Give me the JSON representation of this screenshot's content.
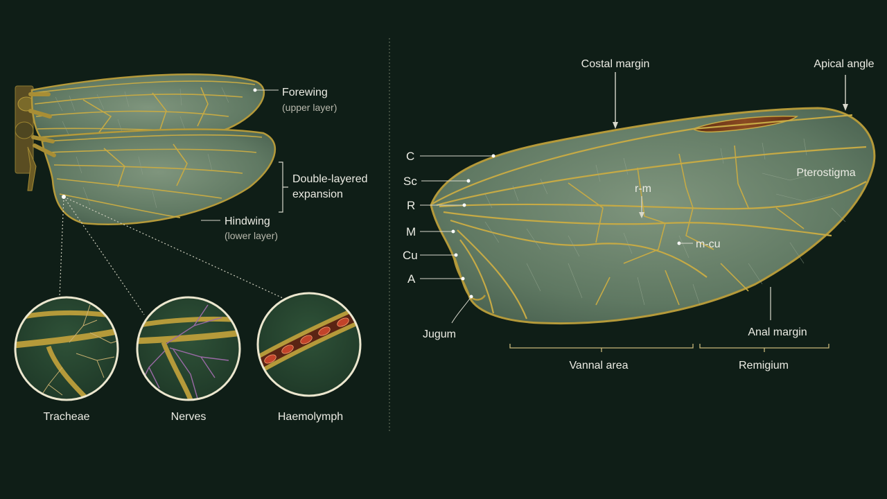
{
  "colors": {
    "background": "#0f1e17",
    "vein_gold": "#b59a3a",
    "membrane_green": "#5d7660",
    "membrane_light": "#7d937c",
    "pterostigma_brown": "#7b3f1c",
    "haemolymph_red": "#b3391f",
    "nerve_purple": "#9a6aa6",
    "label_text": "#ecece4",
    "leader_line": "#d8d8cc"
  },
  "left_panel": {
    "forewing": {
      "title": "Forewing",
      "subtitle": "(upper layer)"
    },
    "hindwing": {
      "title": "Hindwing",
      "subtitle": "(lower layer)"
    },
    "expansion": {
      "line1": "Double-layered",
      "line2": "expansion"
    },
    "insets": [
      {
        "label": "Tracheae",
        "icon": "tracheae-branching-icon"
      },
      {
        "label": "Nerves",
        "icon": "nerves-purple-branching-icon"
      },
      {
        "label": "Haemolymph",
        "icon": "haemolymph-cells-icon"
      }
    ]
  },
  "right_panel": {
    "veins": [
      "C",
      "Sc",
      "R",
      "M",
      "Cu",
      "A"
    ],
    "top_labels": {
      "costal_margin": "Costal margin",
      "apical_angle": "Apical angle"
    },
    "pterostigma": "Pterostigma",
    "crossveins": {
      "rm": "r-m",
      "mcu": "m-cu"
    },
    "jugum": "Jugum",
    "anal_margin": "Anal margin",
    "areas": {
      "vannal": "Vannal area",
      "remigium": "Remigium"
    }
  }
}
